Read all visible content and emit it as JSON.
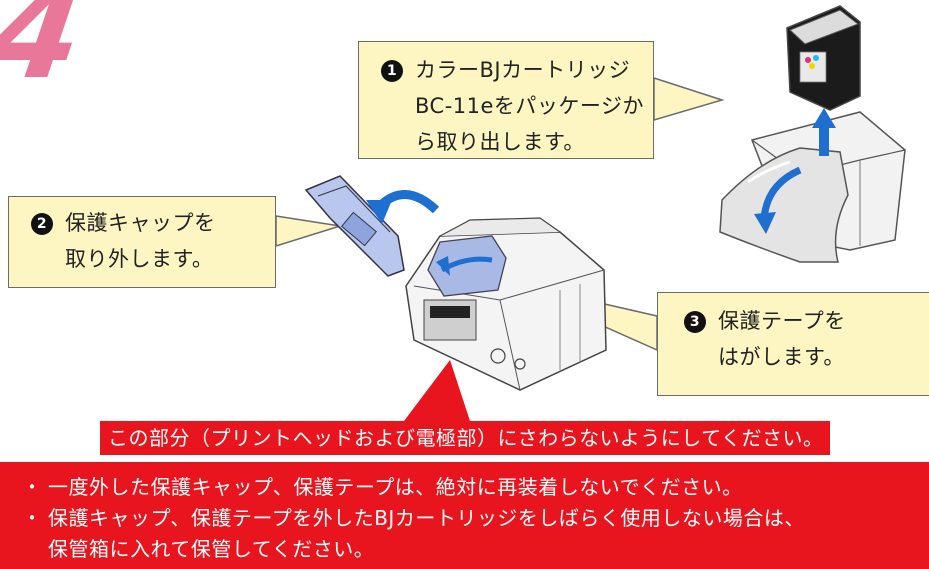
{
  "step_number": "4",
  "callouts": [
    {
      "number": "1",
      "lines": [
        "カラーBJカートリッジ",
        "BC-11eをパッケージか",
        "ら取り出します。"
      ]
    },
    {
      "number": "2",
      "lines": [
        "保護キャップを",
        "取り外します。"
      ]
    },
    {
      "number": "3",
      "lines": [
        "保護テープを",
        "はがします。"
      ]
    }
  ],
  "caution_label": "この部分（プリントヘッドおよび電極部）にさわらないようにしてください。",
  "warnings": {
    "bullet": "・",
    "items": [
      {
        "lines": [
          "一度外した保護キャップ、保護テープは、絶対に再装着しないでください。"
        ]
      },
      {
        "lines": [
          "保護キャップ、保護テープを外したBJカートリッジをしばらく使用しない場合は、",
          "保管箱に入れて保管してください。"
        ]
      }
    ]
  },
  "colors": {
    "step_number": "#e8779a",
    "callout_fill": "#fdf6c3",
    "warning_red": "#e8151f",
    "arrow_blue": "#1f6fd1",
    "tape_blue": "#a9b9e6"
  },
  "icons": [
    "cartridge-illustration",
    "package-box-illustration",
    "protective-cap-illustration",
    "print-head-illustration",
    "rotate-arrow-icon",
    "lift-arrow-icon",
    "peel-arrow-icon"
  ]
}
